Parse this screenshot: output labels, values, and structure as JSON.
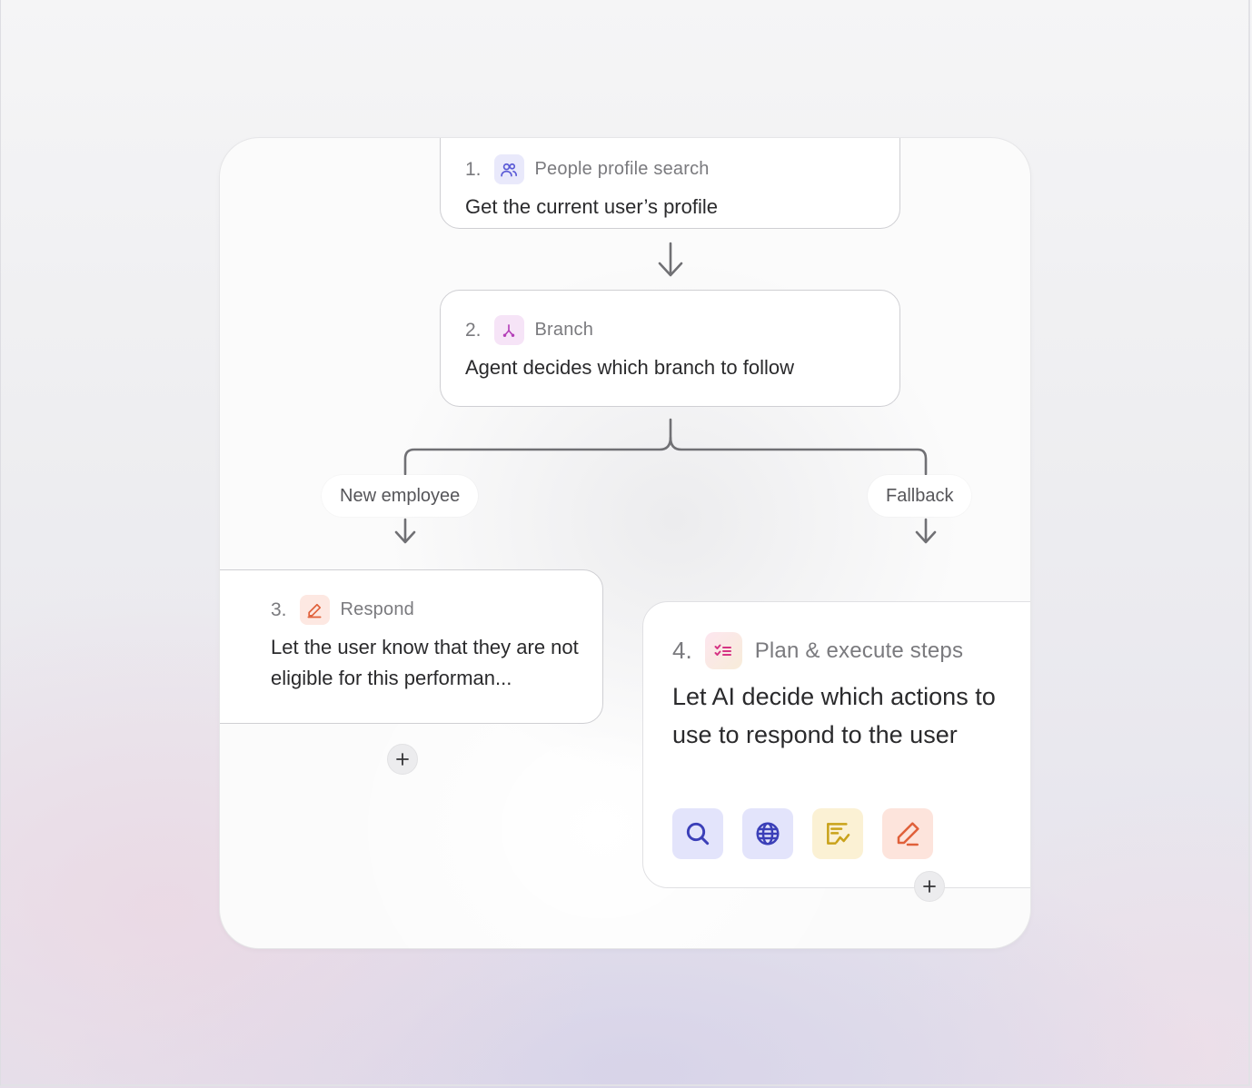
{
  "nodes": [
    {
      "number": "1.",
      "type": "People profile search",
      "description": "Get the current user’s profile",
      "icon": "people-icon",
      "badge_bg": "#e9e9fb",
      "icon_color": "#5b5bd6"
    },
    {
      "number": "2.",
      "type": "Branch",
      "description": "Agent decides which branch to follow",
      "icon": "branch-icon",
      "badge_bg": "#f6e4f7",
      "icon_color": "#b43fb8"
    },
    {
      "number": "3.",
      "type": "Respond",
      "description": "Let the user know that they are not eligible for this performan...",
      "icon": "pencil-icon",
      "badge_bg": "#fde8e2",
      "icon_color": "#e0603a"
    },
    {
      "number": "4.",
      "type": "Plan & execute steps",
      "description": "Let AI decide which actions to use to respond to the user",
      "icon": "checklist-icon",
      "badge_bg": "#fbe8f0",
      "icon_color": "#d63384",
      "tools": [
        {
          "icon": "search-icon",
          "bg": "#e3e4fb",
          "color": "#3b3fb8"
        },
        {
          "icon": "globe-icon",
          "bg": "#e3e4fb",
          "color": "#3b3fb8"
        },
        {
          "icon": "chart-doc-icon",
          "bg": "#fbf1d4",
          "color": "#c9a21a"
        },
        {
          "icon": "pencil-icon",
          "bg": "#fde4dc",
          "color": "#e0603a"
        }
      ]
    }
  ],
  "branches": {
    "left_label": "New employee",
    "right_label": "Fallback"
  },
  "colors": {
    "connector": "#707074",
    "node_border": "#cfcfd3"
  }
}
